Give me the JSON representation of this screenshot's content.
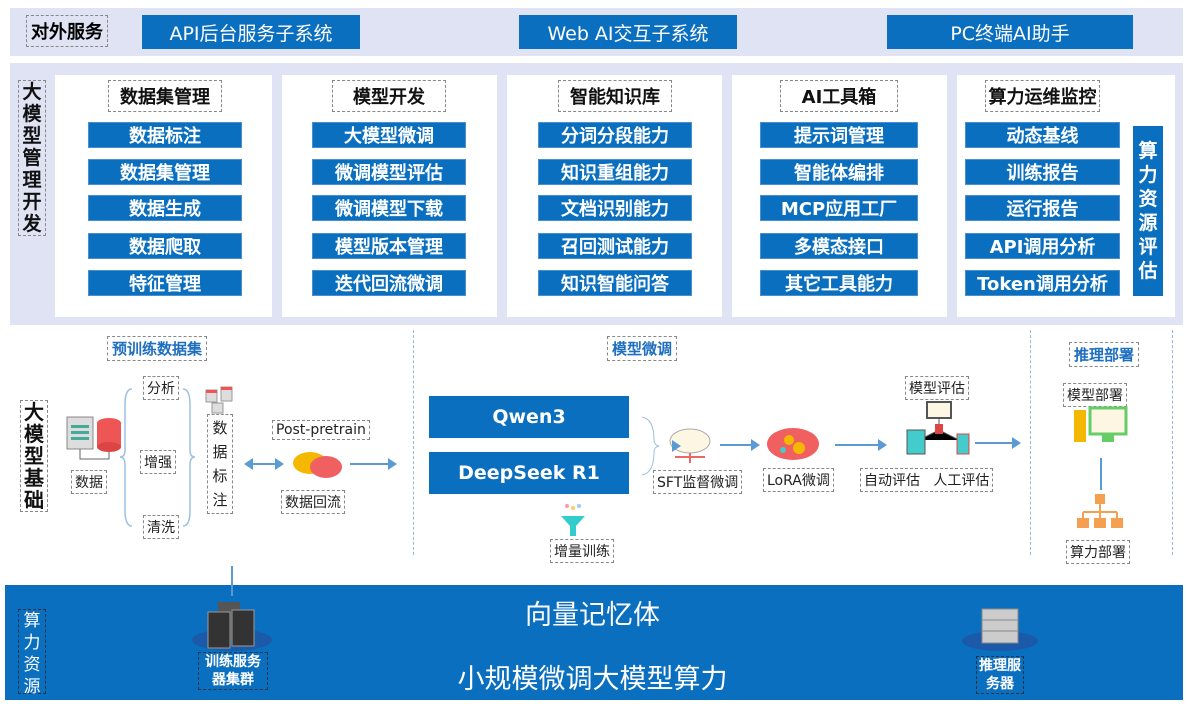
{
  "external_services": {
    "label": "对外服务",
    "items": [
      "API后台服务子系统",
      "Web AI交互子系统",
      "PC终端AI助手"
    ]
  },
  "management": {
    "label": "大模型管理开发",
    "panels": [
      {
        "title": "数据集管理",
        "items": [
          "数据标注",
          "数据集管理",
          "数据生成",
          "数据爬取",
          "特征管理"
        ]
      },
      {
        "title": "模型开发",
        "items": [
          "大模型微调",
          "微调模型评估",
          "微调模型下载",
          "模型版本管理",
          "迭代回流微调"
        ]
      },
      {
        "title": "智能知识库",
        "items": [
          "分词分段能力",
          "知识重组能力",
          "文档识别能力",
          "召回测试能力",
          "知识智能问答"
        ]
      },
      {
        "title": "AI工具箱",
        "items": [
          "提示词管理",
          "智能体编排",
          "MCP应用工厂",
          "多模态接口",
          "其它工具能力"
        ]
      },
      {
        "title": "算力运维监控",
        "items": [
          "动态基线",
          "训练报告",
          "运行报告",
          "API调用分析",
          "Token调用分析"
        ],
        "side": "算力资源评估"
      }
    ]
  },
  "foundation": {
    "label": "大模型基础",
    "pretrain": {
      "title": "预训练数据集",
      "data": "数据",
      "steps": [
        "分析",
        "增强",
        "清洗"
      ],
      "annotate": "数据标注",
      "post": "Post-pretrain",
      "reflow": "数据回流"
    },
    "finetune": {
      "title": "模型微调",
      "models": [
        "Qwen3",
        "DeepSeek R1"
      ],
      "incremental": "增量训练",
      "sft": "SFT监督微调",
      "lora": "LoRA微调",
      "eval_title": "模型评估",
      "eval_auto": "自动评估",
      "eval_manual": "人工评估"
    },
    "deploy": {
      "title": "推理部署",
      "model_deploy": "模型部署",
      "compute_deploy": "算力部署"
    }
  },
  "compute": {
    "label": "算力资源",
    "training_cluster": "训练服务器集群",
    "vector_memory": "向量记忆体",
    "small_scale": "小规模微调大模型算力",
    "inference": "推理服务器"
  },
  "colors": {
    "primary": "#0b6fc0",
    "band": "#dfe3f4"
  }
}
